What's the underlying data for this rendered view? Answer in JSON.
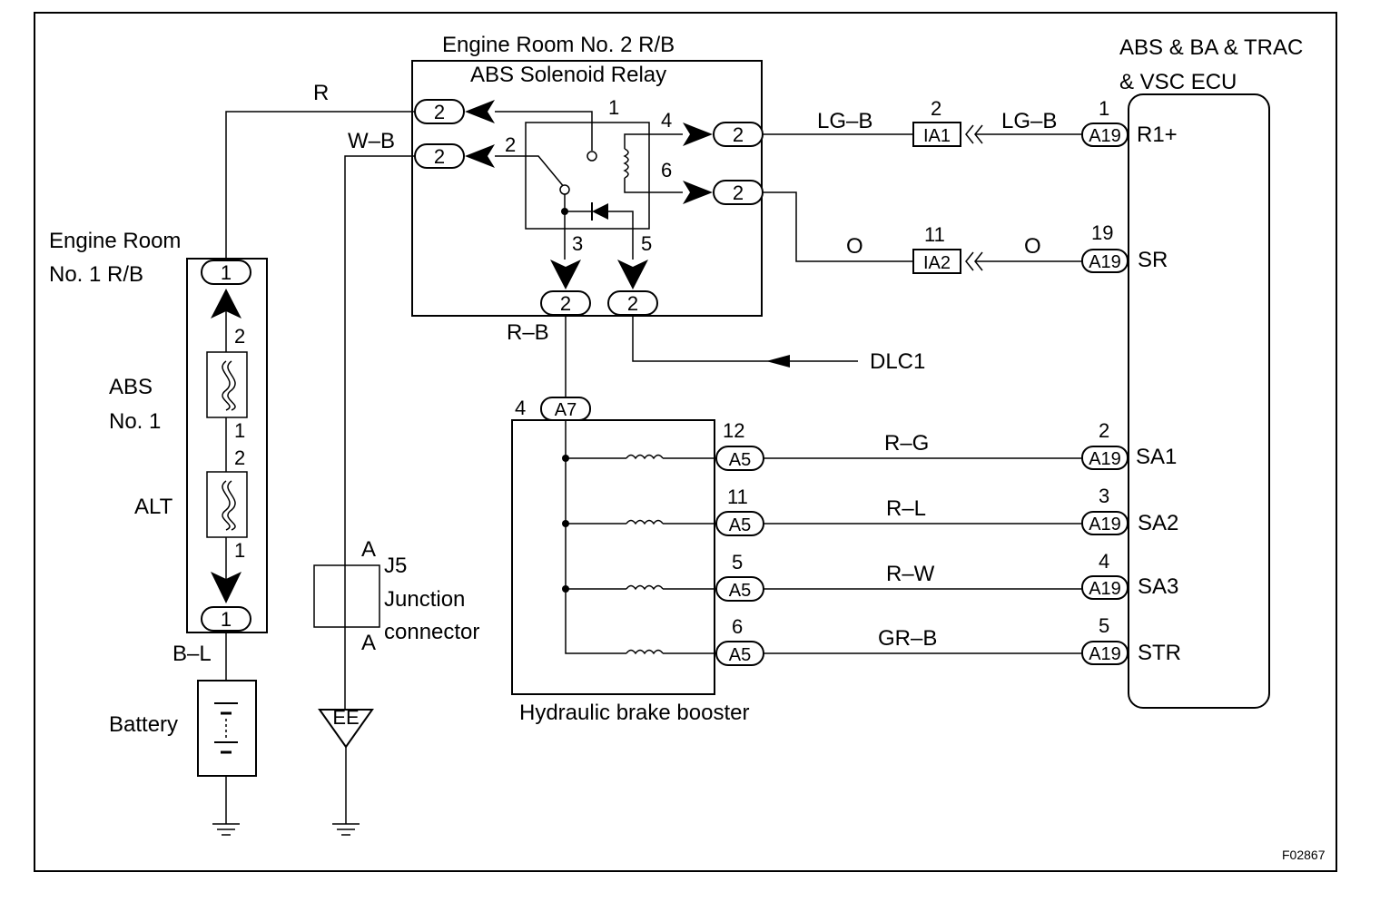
{
  "diagram_id": "F02867",
  "components": {
    "er2_title": "Engine Room No. 2 R/B",
    "relay_title": "ABS Solenoid Relay",
    "ecu_title_1": "ABS & BA & TRAC",
    "ecu_title_2": "& VSC ECU",
    "er1_title_1": "Engine  Room",
    "er1_title_2": "No. 1 R/B",
    "fuse_abs_1": "ABS",
    "fuse_abs_2": "No. 1",
    "fuse_alt": "ALT",
    "battery": "Battery",
    "junction_name": "J5",
    "junction_desc_1": "Junction",
    "junction_desc_2": "connector",
    "junction_pin": "A",
    "ground_ee": "EE",
    "booster": "Hydraulic brake booster",
    "dlc": "DLC1"
  },
  "wires": {
    "r": "R",
    "wb": "W–B",
    "rb": "R–B",
    "bl": "B–L",
    "lgb": "LG–B",
    "o": "O",
    "rg": "R–G",
    "rl": "R–L",
    "rw": "R–W",
    "grb": "GR–B"
  },
  "connectors": {
    "a19": "A19",
    "a5": "A5",
    "a7": "A7",
    "ia1": "IA1",
    "ia2": "IA2",
    "two": "2",
    "one": "1"
  },
  "pins": {
    "relay_1": "1",
    "relay_2": "2",
    "relay_3": "3",
    "relay_4": "4",
    "relay_5": "5",
    "relay_6": "6",
    "fuse_abs_top": "2",
    "fuse_abs_bottom": "1",
    "fuse_alt_top": "2",
    "fuse_alt_bottom": "1",
    "ia1_pin": "2",
    "ia2_pin": "11",
    "a7_pin": "4",
    "a5_sa1": "12",
    "a5_sa2": "11",
    "a5_sa3": "5",
    "a5_str": "6",
    "a19_r1": "1",
    "a19_sr": "19",
    "a19_sa1": "2",
    "a19_sa2": "3",
    "a19_sa3": "4",
    "a19_str": "5"
  },
  "ecu_terminals": {
    "r1": "R1+",
    "sr": "SR",
    "sa1": "SA1",
    "sa2": "SA2",
    "sa3": "SA3",
    "str": "STR"
  }
}
